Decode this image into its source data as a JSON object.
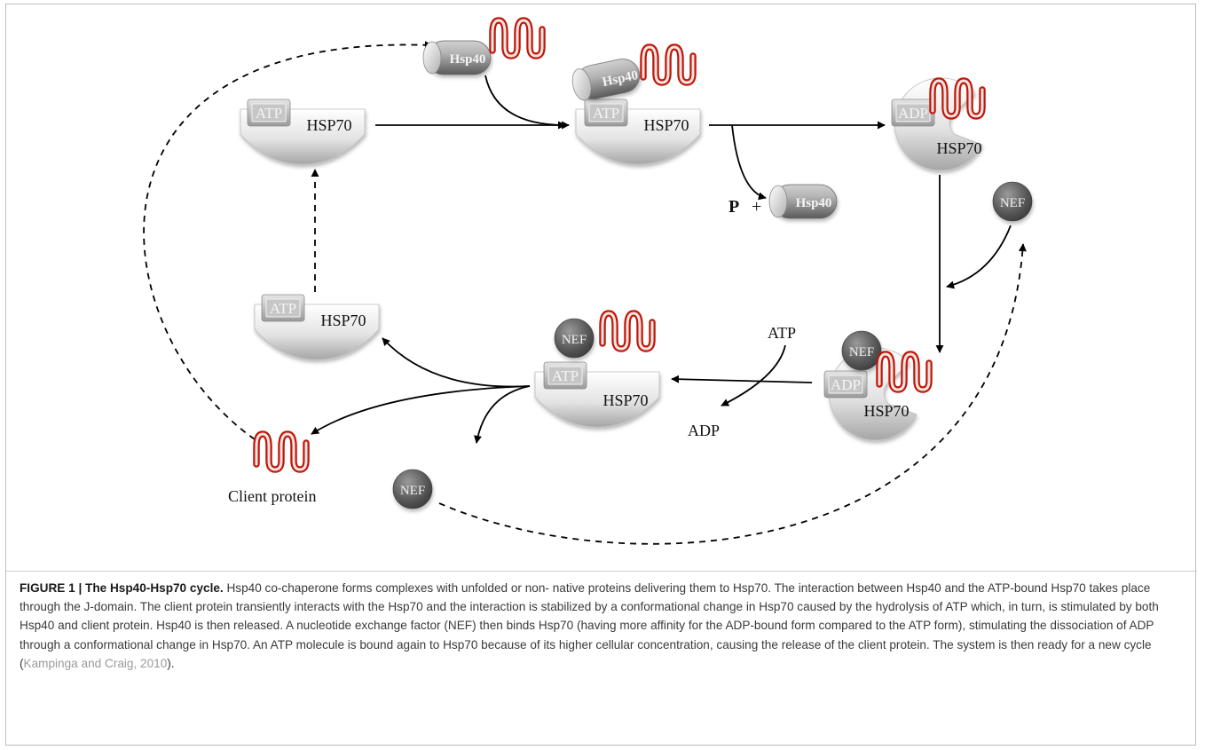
{
  "labels": {
    "hsp70": "HSP70",
    "atp": "ATP",
    "adp": "ADP",
    "hsp40": "Hsp40",
    "nef": "NEF",
    "p": "P",
    "plus": "+",
    "client_protein": "Client protein",
    "atp_in": "ATP",
    "adp_out": "ADP"
  },
  "caption": {
    "title": "FIGURE 1 | The Hsp40-Hsp70 cycle.",
    "body": " Hsp40 co-chaperone forms complexes with unfolded or non- native proteins delivering them to Hsp70. The interaction between Hsp40 and the ATP-bound Hsp70 takes place through the J-domain. The client protein transiently interacts with the Hsp70 and the interaction is stabilized by a conformational change in Hsp70 caused by the hydrolysis of ATP which, in turn, is stimulated by both Hsp40 and client protein. Hsp40 is then released. A nucleotide exchange factor (NEF) then binds Hsp70 (having more affinity for the ADP-bound form compared to the ATP form), stimulating the dissociation of ADP through a conformational change in Hsp70. An ATP molecule is bound again to Hsp70 because of its higher cellular concentration, causing the release of the client protein. The system is then ready for a new cycle (",
    "citation": "Kampinga and Craig, 2010",
    "end": ")."
  },
  "colors": {
    "client_protein": "#e8260f",
    "hsp70_body": "#d9d9d9",
    "nef": "#555555",
    "arrow": "#000000"
  }
}
